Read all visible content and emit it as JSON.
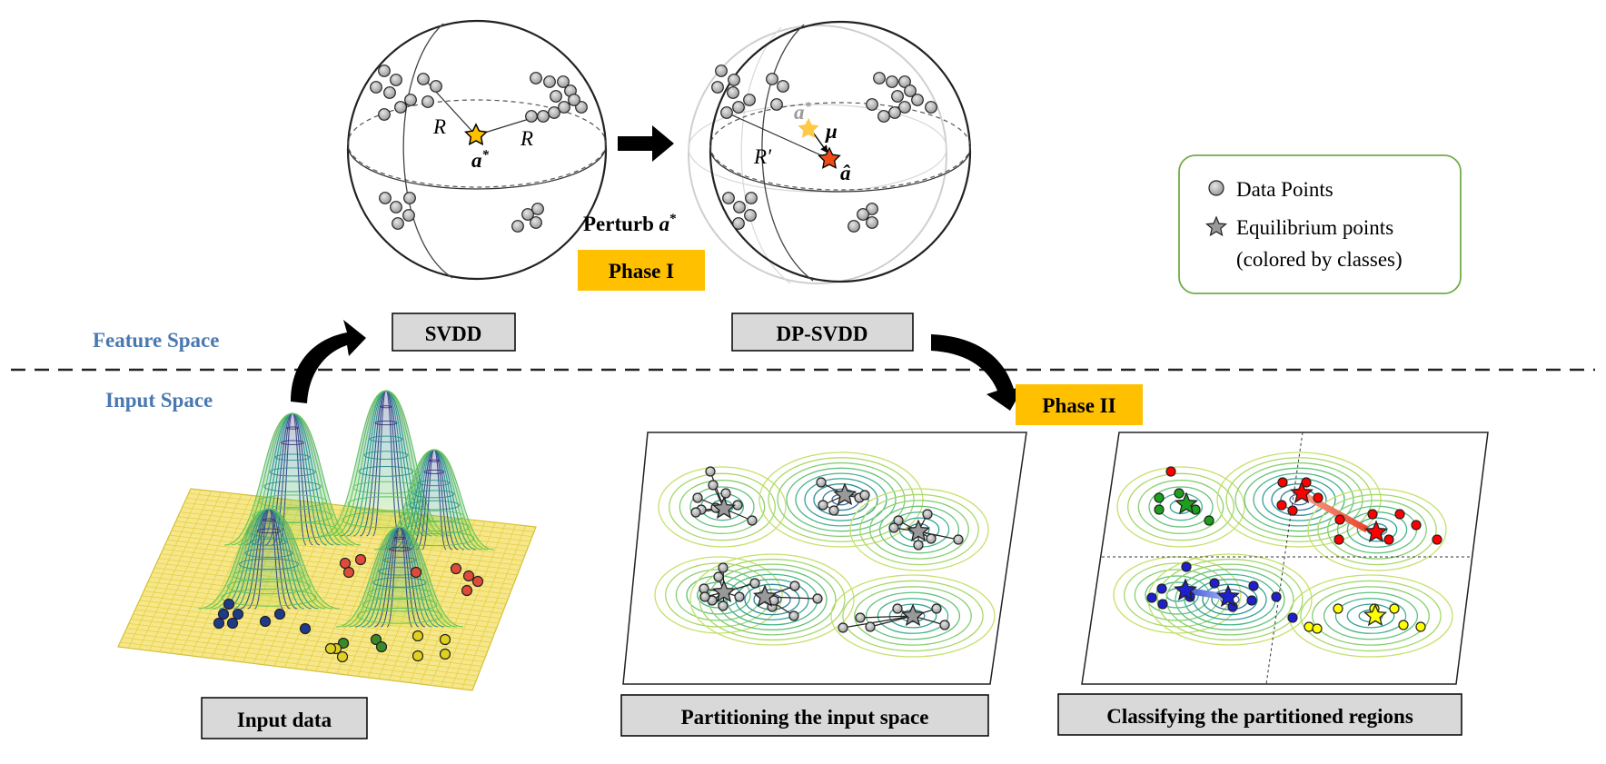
{
  "labels": {
    "svdd": "SVDD",
    "dp_svdd": "DP-SVDD",
    "phase1": "Phase I",
    "phase2": "Phase II",
    "perturb": "Perturb",
    "input_data": "Input data",
    "partitioning": "Partitioning the input space",
    "classifying": "Classifying the partitioned regions",
    "feature_space": "Feature Space",
    "input_space": "Input Space"
  },
  "math": {
    "R": "R",
    "R_prime": "R′",
    "a_star": "a",
    "star_sup": "*",
    "mu": "μ",
    "a_hat": "â"
  },
  "legend": {
    "data_points": "Data Points",
    "equilibrium": "Equilibrium points",
    "colored_by": "(colored by classes)"
  },
  "colors": {
    "phase_box": "#ffc000",
    "space_text": "#4a78b0",
    "label_box": "#d9d9d9",
    "legend_border": "#70ad47",
    "point_gray": "#b0b0b0",
    "class_red": "#ff0000",
    "class_green": "#1ea01e",
    "class_blue": "#1f1fd0",
    "class_yellow": "#ffff00"
  }
}
